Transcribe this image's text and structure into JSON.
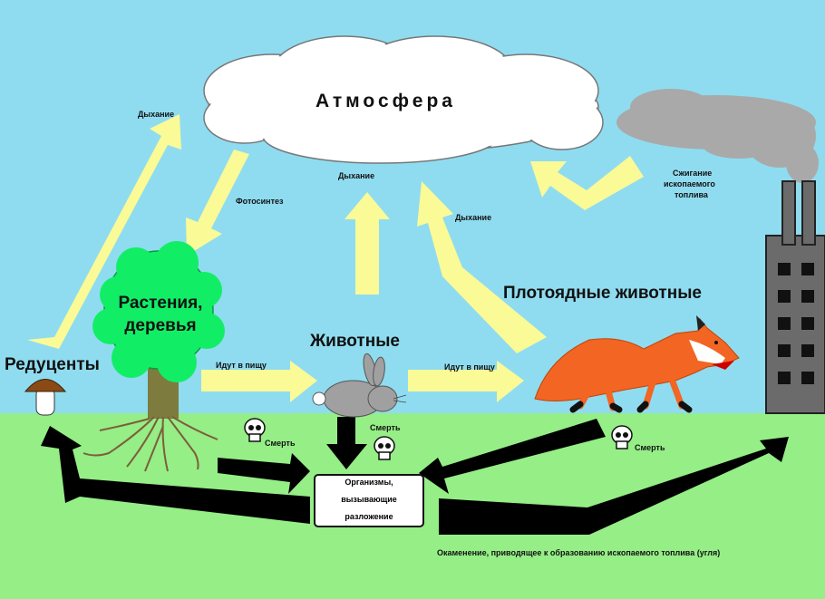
{
  "labels": {
    "atmosphere": "Атмосфера",
    "respiration_left": "Дыхание",
    "photosynthesis": "Фотосинтез",
    "respiration_center": "Дыхание",
    "respiration_right": "Дыхание",
    "fuel_burning_1": "Сжигание",
    "fuel_burning_2": "ископаемого",
    "fuel_burning_3": "топлива",
    "plants_1": "Растения,",
    "plants_2": "деревья",
    "decomposers": "Редуценты",
    "animals": "Животные",
    "carnivores": "Плотоядные животные",
    "eaten_1": "Идут в пищу",
    "eaten_2": "Идут в пищу",
    "death_1": "Смерть",
    "death_2": "Смерть",
    "death_3": "Смерть",
    "organisms_1": "Организмы,",
    "organisms_2": "вызывающие",
    "organisms_3": "разложение",
    "fossilization": "Окаменение, приводящее к образованию ископаемого топлива (угля)"
  },
  "colors": {
    "sky": "#8fdcf0",
    "ground": "#95ee86",
    "arrow_light": "#fafa96",
    "arrow_dark": "#000000",
    "tree": "#11ee66",
    "smoke": "#a9a9a9",
    "factory": "#6b6b6b",
    "fox": "#f26522",
    "rabbit": "#a0a0a0"
  },
  "icons": [
    "skull-icon",
    "mushroom-icon",
    "tree-icon",
    "rabbit-icon",
    "fox-icon",
    "factory-icon",
    "cloud-icon",
    "smoke-icon"
  ]
}
